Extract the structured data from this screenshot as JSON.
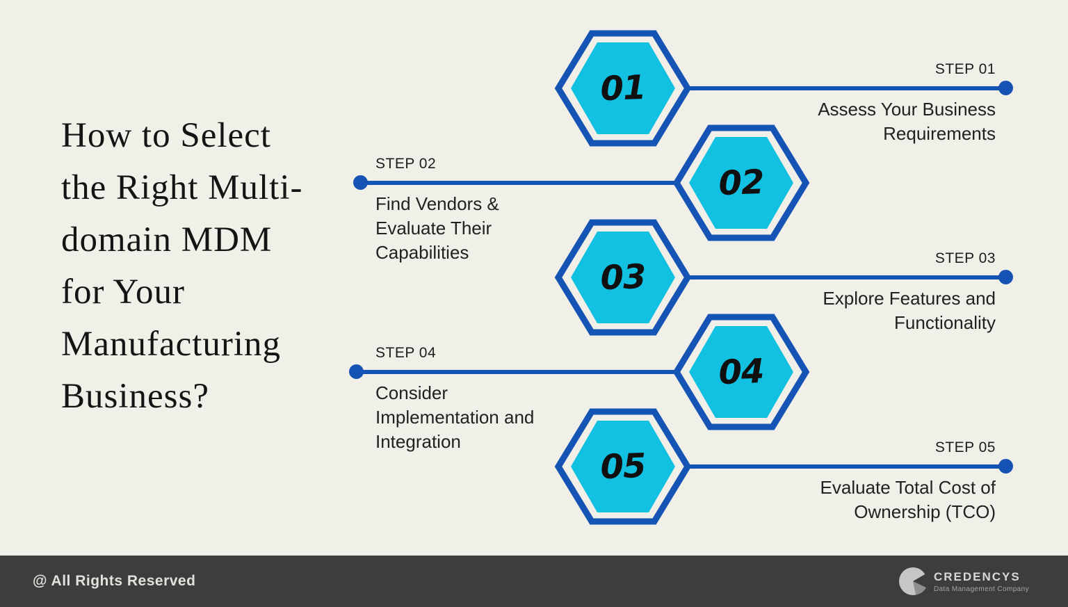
{
  "colors": {
    "bg": "#F0EFE8",
    "blue": "#1553B4",
    "cyan": "#12C0E1",
    "footer-bg": "#3D3D3D",
    "footer-text": "#E3E1DB",
    "logo-gray": "#C6C6C6",
    "logo-gray-dark": "#8F8F8F"
  },
  "title": "How to Select the Right Multi-domain MDM for Your Manufacturing Business?",
  "title_lines": [
    "How to Select",
    "the Right Multi-",
    "domain MDM",
    "for Your",
    "Manufacturing",
    "Business?"
  ],
  "steps": [
    {
      "number": "01",
      "label": "STEP 01",
      "text": "Assess Your Business Requirements",
      "side": "right"
    },
    {
      "number": "02",
      "label": "STEP 02",
      "text": "Find Vendors & Evaluate Their Capabilities",
      "side": "left"
    },
    {
      "number": "03",
      "label": "STEP 03",
      "text": "Explore Features and Functionality",
      "side": "right"
    },
    {
      "number": "04",
      "label": "STEP 04",
      "text": "Consider Implementation and Integration",
      "side": "left"
    },
    {
      "number": "05",
      "label": "STEP 05",
      "text": "Evaluate Total Cost of Ownership (TCO)",
      "side": "right"
    }
  ],
  "footer": {
    "copyright": "@ All Rights Reserved",
    "logo_name": "CREDENCYS",
    "logo_tagline": "Data Management Company"
  }
}
